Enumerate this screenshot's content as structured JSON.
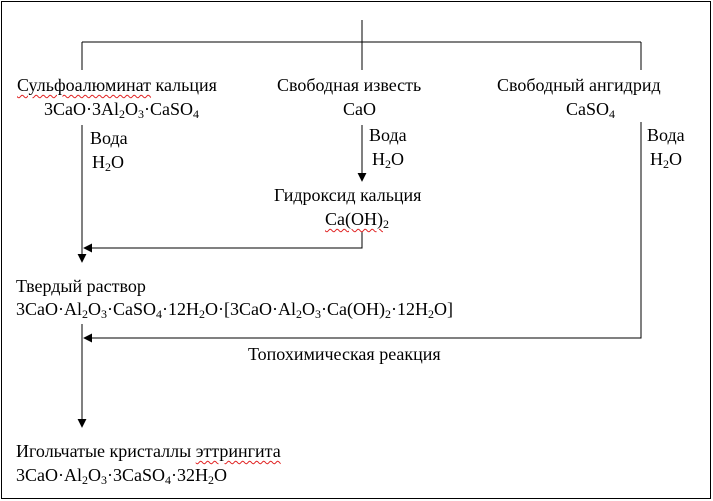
{
  "sources": {
    "sulfoaluminate": {
      "label_pre": "Сульфоалюминат",
      "label_post": " кальция",
      "formula": [
        "3CaO·3Al",
        "2",
        "O",
        "3",
        "·CaSO",
        "4"
      ]
    },
    "free_lime": {
      "label": "Свободная известь",
      "formula": "CaO"
    },
    "free_anhydride": {
      "label": "Свободный ангидрид",
      "formula": [
        "CaSO",
        "4"
      ]
    }
  },
  "water": {
    "label": "Вода",
    "formula": [
      "H",
      "2",
      "O"
    ]
  },
  "hydroxide": {
    "label": "Гидроксид кальция",
    "formula": [
      "Ca(OH)",
      "2"
    ]
  },
  "solid_solution": {
    "label": "Твердый раствор",
    "formula": [
      "3CaO·Al",
      "2",
      "O",
      "3",
      "·CaSO",
      "4",
      "·12H",
      "2",
      "O·[3CaO·Al",
      "2",
      "O",
      "3",
      "·Ca(OH)",
      "2",
      "·12H",
      "2",
      "O]"
    ]
  },
  "topochemical": {
    "label": "Топохимическая реакция"
  },
  "ettringite": {
    "label_pre": "Игольчатые кристаллы ",
    "label_post": "эттрингита",
    "formula": [
      "3CaO·Al",
      "2",
      "O",
      "3",
      "·3CaSO",
      "4",
      "·32H",
      "2",
      "O"
    ]
  },
  "colors": {
    "stroke": "#000000",
    "spellcheck_underline": "#e02020"
  }
}
